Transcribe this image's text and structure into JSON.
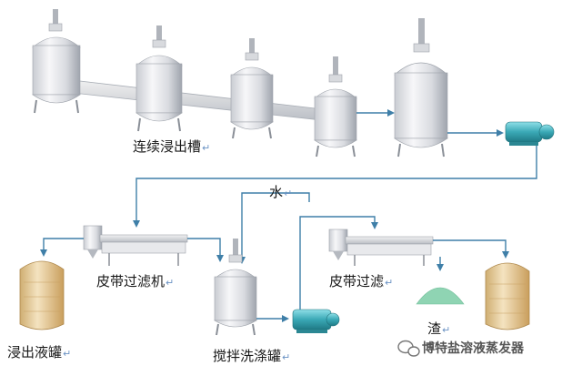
{
  "labels": {
    "continuous_leach_tank": "连续浸出槽",
    "water": "水",
    "belt_filter_1": "皮带过滤机",
    "belt_filter_2": "皮带过滤",
    "leachate_tank": "浸出液罐",
    "stir_wash_tank": "搅拌洗涤罐",
    "residue": "渣",
    "return_mark": "↵"
  },
  "watermark": {
    "text": "博特盐溶液蒸发器",
    "icon": "wechat-icon"
  },
  "colors": {
    "pipe": "#3f7fa8",
    "vessel_light": "#f3f3f5",
    "vessel_dark": "#a9aeb6",
    "pump": "#46b6c2",
    "tank_wood": "#e3c796",
    "residue": "#8fd4b3"
  }
}
